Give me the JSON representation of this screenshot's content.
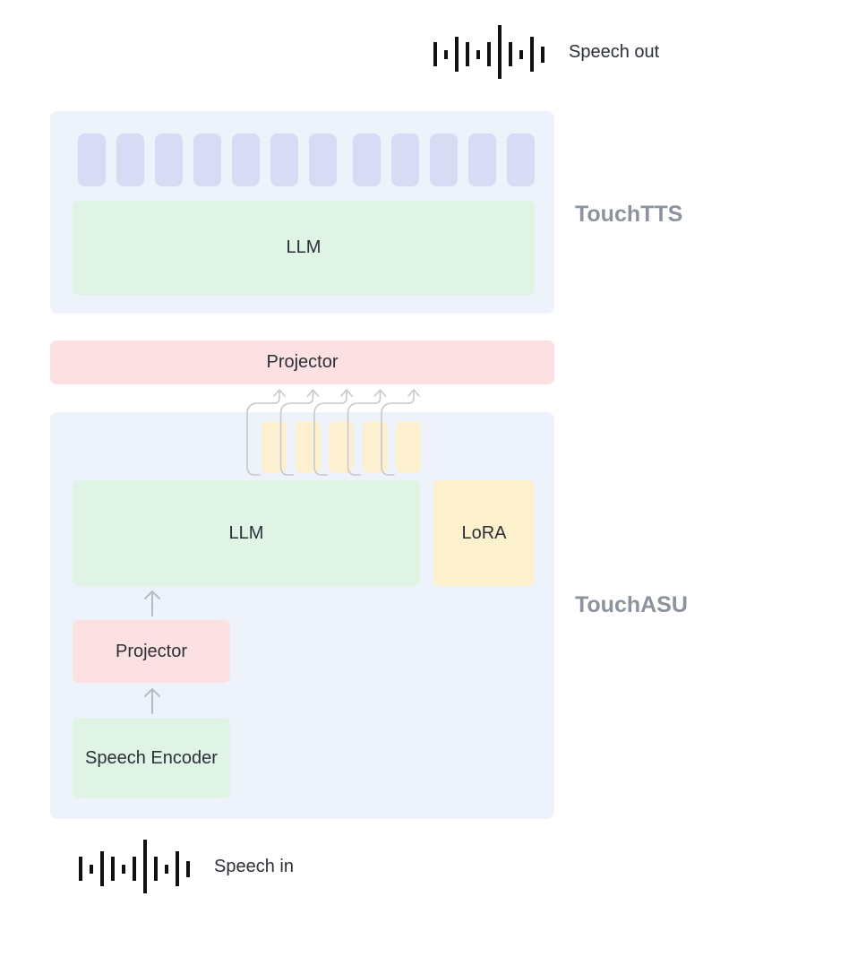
{
  "speech_out": {
    "label": "Speech out",
    "icon": "waveform-icon"
  },
  "speech_in": {
    "label": "Speech in",
    "icon": "waveform-icon"
  },
  "tts": {
    "section_label": "TouchTTS",
    "llm_label": "LLM",
    "token_count": 12
  },
  "projector_top": {
    "label": "Projector"
  },
  "asu": {
    "section_label": "TouchASU",
    "llm_label": "LLM",
    "lora_label": "LoRA",
    "projector_label": "Projector",
    "encoder_label": "Speech Encoder",
    "token_count": 5
  },
  "colors": {
    "panel": "#eef2fb",
    "llm": "#dff4e5",
    "projector": "#fde1e2",
    "lora": "#fdf0cd",
    "token": "#d7dcf4",
    "section_label": "#8d939d"
  }
}
